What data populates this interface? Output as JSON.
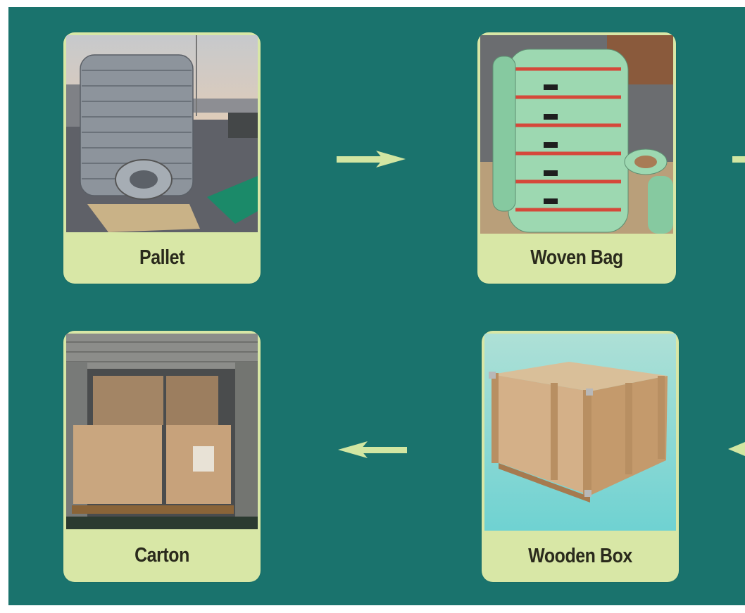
{
  "panel": {
    "background": "#1a736d",
    "card_color": "#d8e7a6",
    "arrow_color": "#d2e6a2"
  },
  "cards": {
    "pallet": {
      "label": "Pallet"
    },
    "woven_bag": {
      "label": "Woven Bag"
    },
    "carton": {
      "label": "Carton"
    },
    "wooden_box": {
      "label": "Wooden Box"
    }
  },
  "arrows": {
    "pallet_to_woven_bag": "right-arrow-icon",
    "wooden_box_to_carton": "left-arrow-icon"
  }
}
